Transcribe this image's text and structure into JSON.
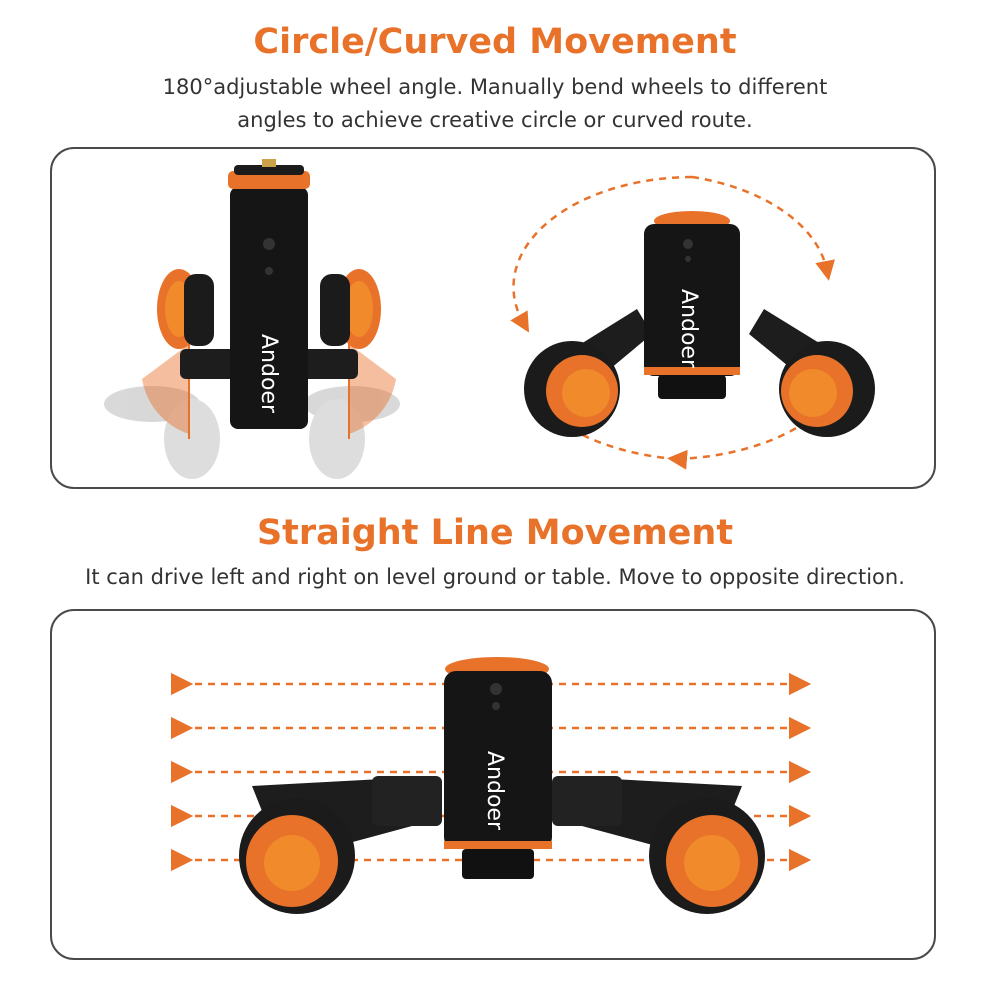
{
  "section1": {
    "title": "Circle/Curved Movement",
    "desc_line1": "180°adjustable wheel angle.  Manually bend wheels to different",
    "desc_line2": "angles to achieve creative circle or curved route."
  },
  "section2": {
    "title": "Straight Line Movement",
    "desc": "It can drive left and right on level ground or table. Move to opposite direction."
  },
  "brand_name": "Andoer",
  "colors": {
    "accent": "#e8722a",
    "text": "#333333",
    "border": "#4a4a4a",
    "device_body": "#151515",
    "wheel_hub": "#f08a2a"
  }
}
